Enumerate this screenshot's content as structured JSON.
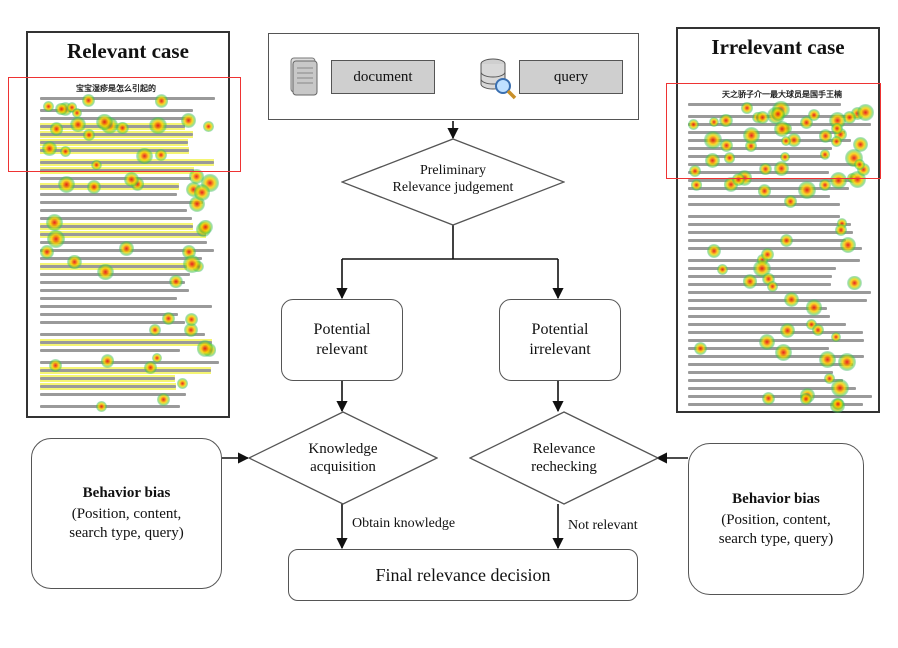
{
  "left_panel": {
    "title": "Relevant case",
    "doc_heading": "宝宝湿疹是怎么引起的"
  },
  "right_panel": {
    "title": "Irrelevant case",
    "doc_heading": "天之骄子介一最大球员是国手王楠"
  },
  "top_box": {
    "document_label": "document",
    "query_label": "query"
  },
  "nodes": {
    "preliminary_line1": "Preliminary",
    "preliminary_line2": "Relevance judgement",
    "potential_relevant_line1": "Potential",
    "potential_relevant_line2": "relevant",
    "potential_irrelevant_line1": "Potential",
    "potential_irrelevant_line2": "irrelevant",
    "knowledge_line1": "Knowledge",
    "knowledge_line2": "acquisition",
    "recheck_line1": "Relevance",
    "recheck_line2": "rechecking",
    "final": "Final relevance decision"
  },
  "edges": {
    "obtain": "Obtain knowledge",
    "not_relevant": "Not relevant"
  },
  "bias_left": {
    "title": "Behavior bias",
    "line1": "(Position, content,",
    "line2": "search type, query)"
  },
  "bias_right": {
    "title": "Behavior bias",
    "line1": "(Position, content,",
    "line2": "search type, query)"
  },
  "icons": {
    "document": "document-stack-icon",
    "query": "database-search-icon"
  }
}
